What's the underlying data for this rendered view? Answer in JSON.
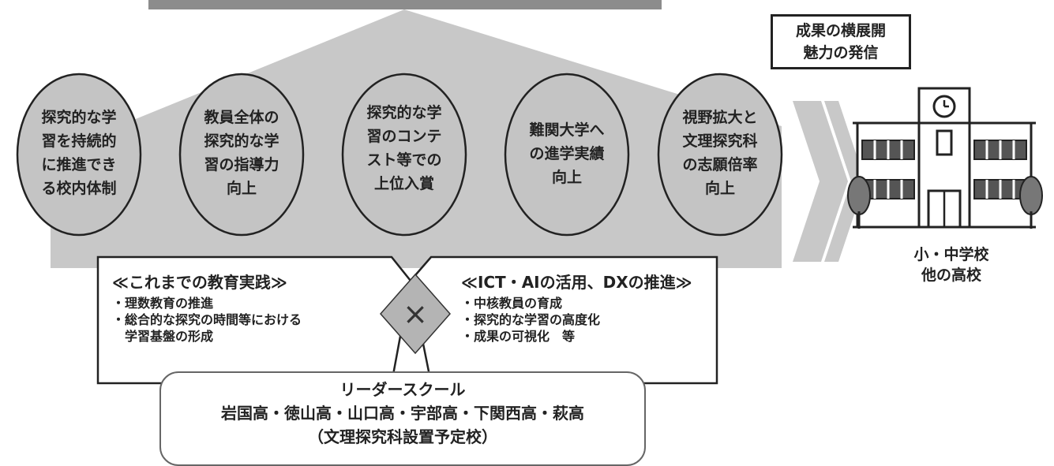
{
  "goals": [
    {
      "lines": [
        "探究的な学",
        "習を持続的",
        "に推進でき",
        "る校内体制"
      ]
    },
    {
      "lines": [
        "教員全体の",
        "探究的な学",
        "習の指導力",
        "向上"
      ]
    },
    {
      "lines": [
        "探究的な学",
        "習のコンテ",
        "スト等での",
        "上位入賞"
      ]
    },
    {
      "lines": [
        "難関大学へ",
        "の進学実績",
        "向上"
      ]
    },
    {
      "lines": [
        "視野拡大と",
        "文理探究科",
        "の志願倍率",
        "向上"
      ]
    }
  ],
  "outcome": {
    "line1": "成果の横展開",
    "line2": "魅力の発信"
  },
  "target": {
    "line1": "小・中学校",
    "line2": "他の高校"
  },
  "practice_left": {
    "title": "≪これまでの教育実践≫",
    "items": [
      "・理数教育の推進",
      "・総合的な探究の時間等における",
      "　学習基盤の形成"
    ]
  },
  "practice_right": {
    "title": "≪ICT・AIの活用、DXの推進≫",
    "items": [
      "・中核教員の育成",
      "・探究的な学習の高度化",
      "・成果の可視化　等"
    ]
  },
  "times_symbol": "×",
  "schools": {
    "title": "リーダースクール",
    "list": "岩国高・徳山高・山口高・宇部高・下関西高・萩高",
    "note": "（文理探究科設置予定校）"
  },
  "colors": {
    "house": "#c8c8c8",
    "top_bar": "#8c8c8c",
    "ellipse_fill": "#c4c4c4",
    "ellipse_stroke": "#222222",
    "chevron": "#c8c8c8",
    "diamond": "#b4b4b4"
  }
}
